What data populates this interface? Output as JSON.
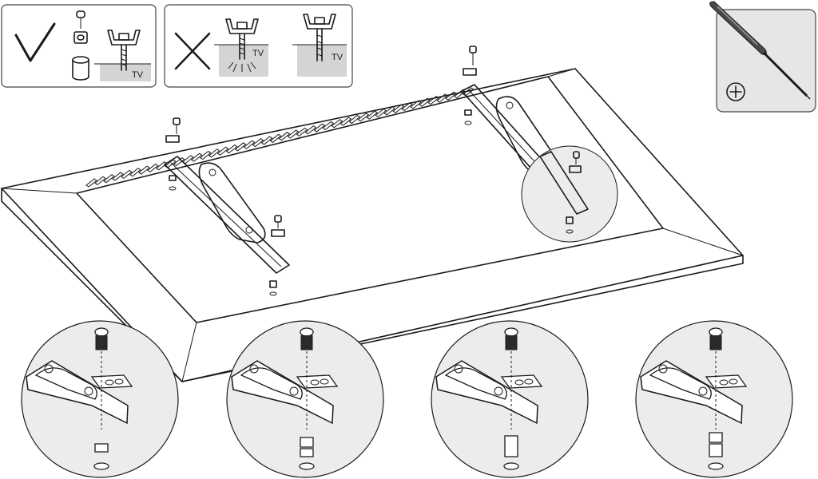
{
  "panels": {
    "correct": {
      "mark": "✓",
      "tv_label": "TV"
    },
    "incorrect": {
      "mark": "✕",
      "tv_label_a": "TV",
      "tv_label_b": "TV"
    },
    "tool": {
      "icon": "phillips-screwdriver-icon"
    }
  },
  "tv": {
    "description_icon": "tv-back-panel"
  },
  "details": [
    {
      "id": "detail-1",
      "spacer": "short"
    },
    {
      "id": "detail-2",
      "spacer": "stacked"
    },
    {
      "id": "detail-3",
      "spacer": "long"
    },
    {
      "id": "detail-4",
      "spacer": "long-stacked"
    }
  ],
  "colors": {
    "ink": "#1a1a1a",
    "shade": "#d4d4d4",
    "panel_border": "#444444"
  }
}
